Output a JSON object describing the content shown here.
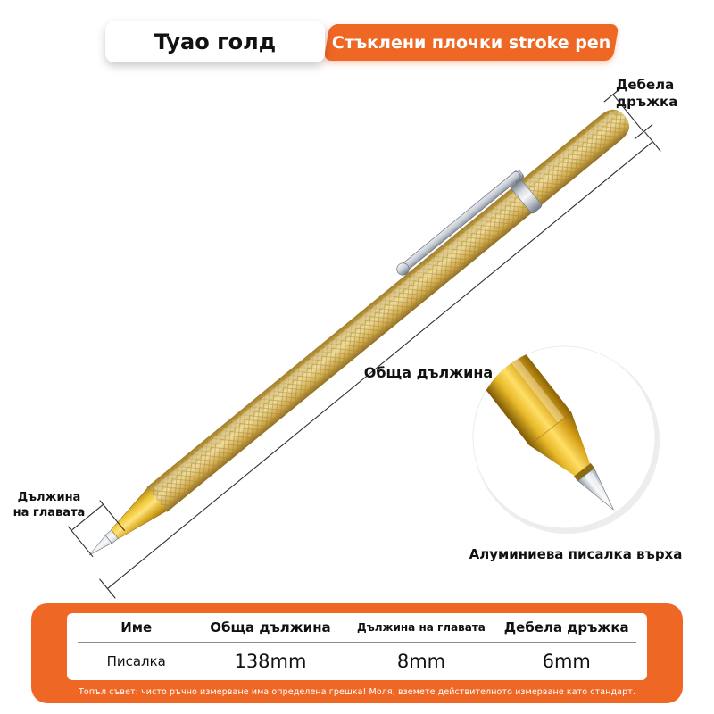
{
  "brand_badge": "Tyao голд",
  "product_badge": "Стъклени плочки stroke pen",
  "annotations": {
    "thick_handle": "Дебела\nдръжка",
    "total_length": "Обща дължина",
    "head_length": "Дължина\nна главата",
    "tip_caption": "Алуминиева писалка върха"
  },
  "spec_table": {
    "headers": [
      "Име",
      "Обща дължина",
      "Дължина на главата",
      "Дебела дръжка"
    ],
    "values": [
      "Писалка",
      "138mm",
      "8mm",
      "6mm"
    ]
  },
  "footnote": "Топъл съвет: чисто ръчно измерване има определена грешка! Моля, вземете действителното измерване като стандарт.",
  "colors": {
    "accent": "#EF6724",
    "gold": "#D8B456",
    "silver": "#C9CED6"
  }
}
